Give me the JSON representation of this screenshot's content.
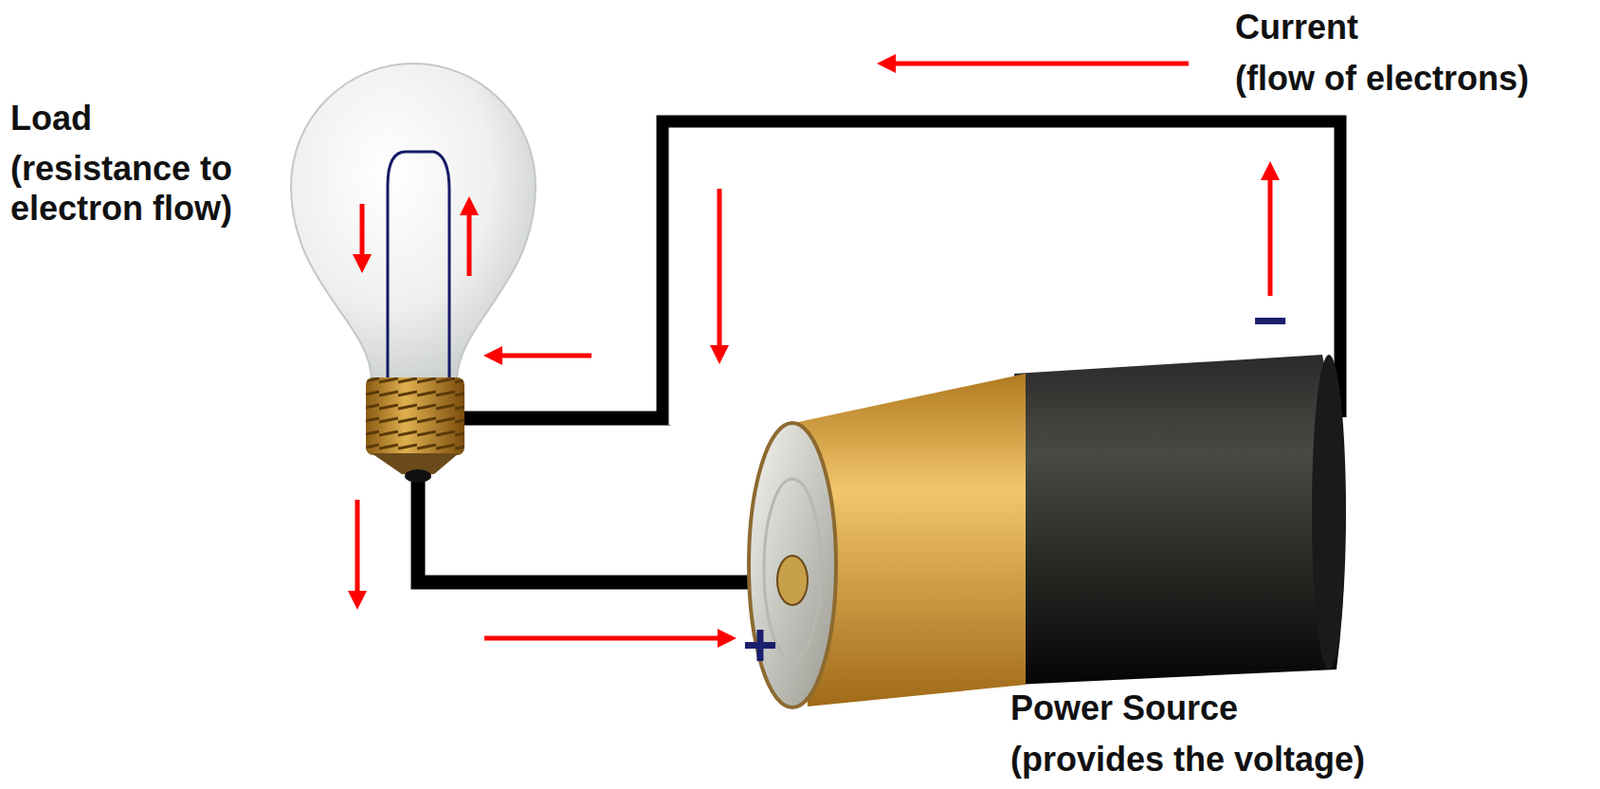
{
  "diagram": {
    "labels": [
      "Load",
      "(resistance to electron flow)",
      "Current",
      "(flow of electrons)",
      "Power Source",
      "(provides the voltage)",
      "−",
      "+"
    ]
  }
}
